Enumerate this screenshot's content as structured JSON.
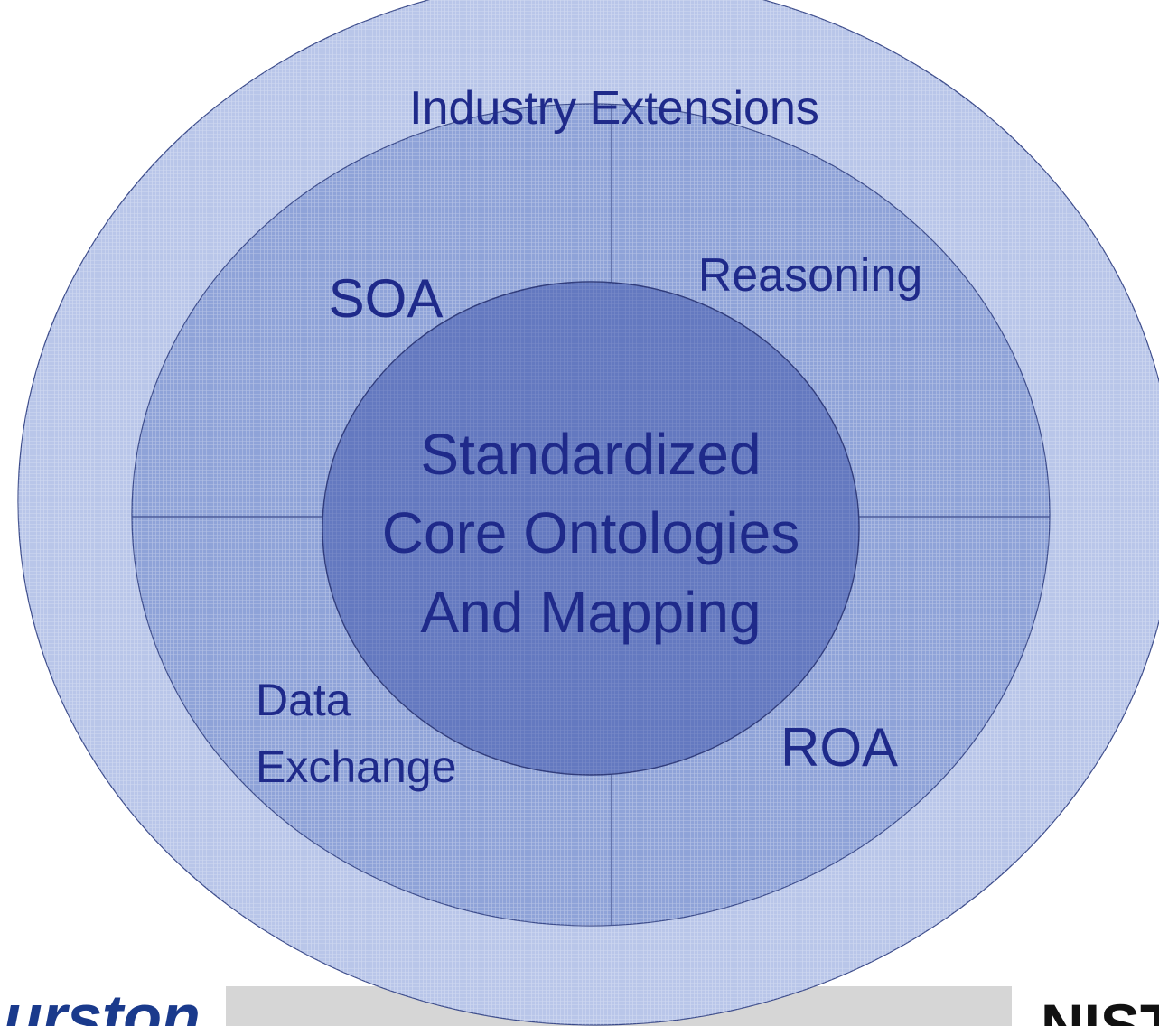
{
  "diagram": {
    "outer_ring_label": "Industry Extensions",
    "quadrants": {
      "top_left": "SOA",
      "top_right": "Reasoning",
      "bottom_left_line1": "Data",
      "bottom_left_line2": "Exchange",
      "bottom_right": "ROA"
    },
    "core": {
      "line1": "Standardized",
      "line2": "Core Ontologies",
      "line3": "And Mapping"
    }
  },
  "footer": {
    "left_logo_text": "urston",
    "right_logo_text": "NIST"
  },
  "colors": {
    "outer_ring": "#b9c6e9",
    "middle_ring": "#8fa3d8",
    "core": "#6479c0",
    "text": "#1f2a8a",
    "outline": "#3a4a8a"
  }
}
